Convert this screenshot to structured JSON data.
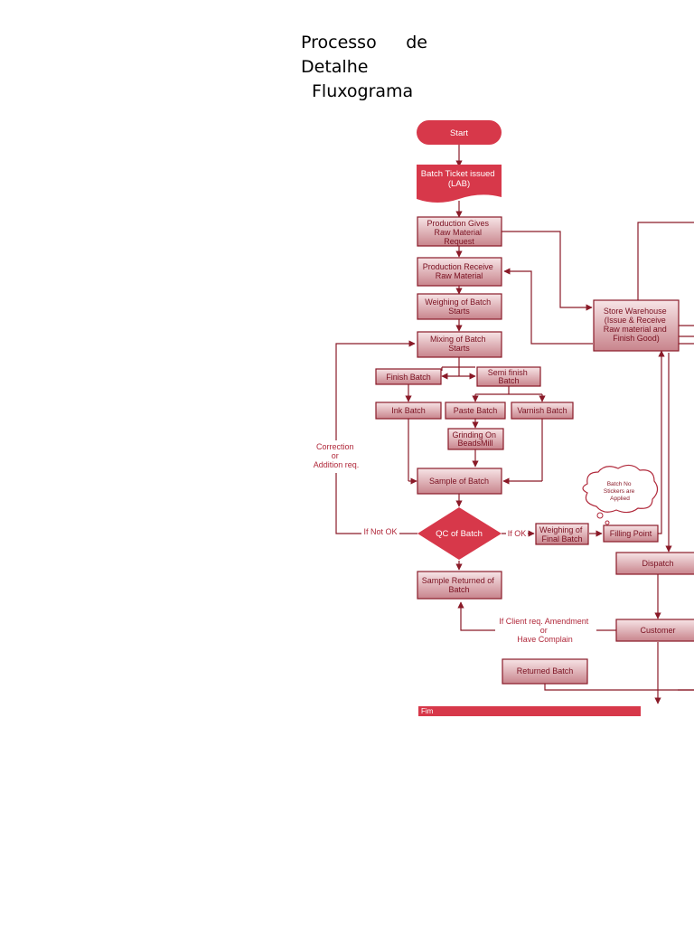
{
  "title": {
    "line1a": "Processo",
    "line1b": "de",
    "line2": "Detalhe",
    "line3": "Fluxograma"
  },
  "nodes": {
    "start": [
      "Start"
    ],
    "batch_ticket": [
      "Batch Ticket issued",
      "(LAB)"
    ],
    "prod_gives": [
      "Production Gives",
      "Raw Material",
      "Request"
    ],
    "prod_receive": [
      "Production Receive",
      "Raw Material"
    ],
    "weighing": [
      "Weighing of Batch",
      "Starts"
    ],
    "mixing": [
      "Mixing of Batch",
      "Starts"
    ],
    "finish_batch": [
      "Finish Batch"
    ],
    "semi_finish": [
      "Semi finish",
      "Batch"
    ],
    "ink": [
      "Ink Batch"
    ],
    "paste": [
      "Paste Batch"
    ],
    "varnish": [
      "Varnish Batch"
    ],
    "grinding": [
      "Grinding On",
      "BeadsMill"
    ],
    "sample": [
      "Sample of Batch"
    ],
    "qc": [
      "QC of Batch"
    ],
    "weighing_final": [
      "Weighing of",
      "Final Batch"
    ],
    "filling": [
      "Filling Point"
    ],
    "store": [
      "Store Warehouse",
      "(Issue & Receive",
      "Raw material and",
      "Finish Good)"
    ],
    "dispatch": [
      "Dispatch"
    ],
    "sample_returned": [
      "Sample Returned of",
      "Batch"
    ],
    "customer": [
      "Customer"
    ],
    "returned": [
      "Returned Batch"
    ],
    "fim": [
      "Fim"
    ]
  },
  "notes": {
    "correction": [
      "Correction",
      "or",
      "Addition req."
    ],
    "if_not_ok": [
      "If Not OK"
    ],
    "if_ok": [
      "If OK"
    ],
    "client": [
      "If Client req. Amendment",
      "or",
      "Have Complain"
    ],
    "cloud": [
      "Batch No",
      "Stickers are",
      "Applied"
    ]
  },
  "colors": {
    "accent": "#d7384a",
    "line": "#8a1a28",
    "box_top": "#f7e4e6",
    "box_bottom": "#c8848c"
  }
}
